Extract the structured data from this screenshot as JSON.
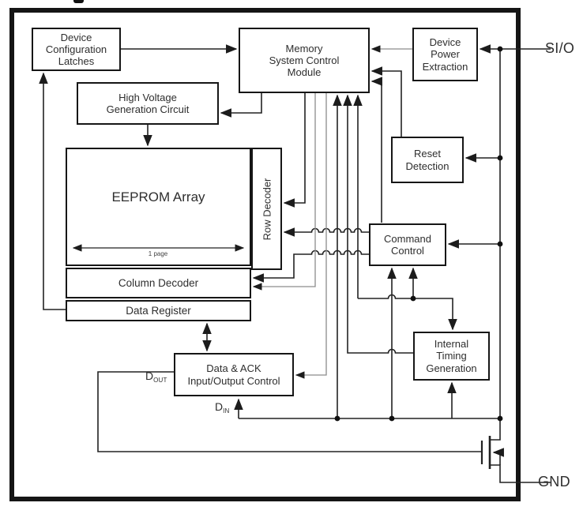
{
  "diagram": {
    "boxes": {
      "device_config_latches": {
        "label": "Device\nConfiguration\nLatches"
      },
      "memory_system_control": {
        "label": "Memory\nSystem Control\nModule"
      },
      "device_power_extraction": {
        "label": "Device\nPower\nExtraction"
      },
      "high_voltage": {
        "label": "High Voltage\nGeneration Circuit"
      },
      "reset_detection": {
        "label": "Reset\nDetection"
      },
      "eeprom_array": {
        "label": "EEPROM Array"
      },
      "row_decoder": {
        "label": "Row Decoder"
      },
      "command_control": {
        "label": "Command\nControl"
      },
      "column_decoder": {
        "label": "Column Decoder"
      },
      "data_register": {
        "label": "Data Register"
      },
      "internal_timing": {
        "label": "Internal\nTiming\nGeneration"
      },
      "data_ack": {
        "label": "Data & ACK\nInput/Output Control"
      }
    },
    "pins": {
      "sio": "SI/O",
      "gnd": "GND"
    },
    "signals": {
      "dout_main": "D",
      "dout_sub": "OUT",
      "din_main": "D",
      "din_sub": "IN"
    },
    "annotations": {
      "page_width": "1 page"
    },
    "colors": {
      "line": "#222222",
      "gray_line": "#8c8c8c",
      "box_border": "#161616",
      "background": "#ffffff"
    }
  }
}
